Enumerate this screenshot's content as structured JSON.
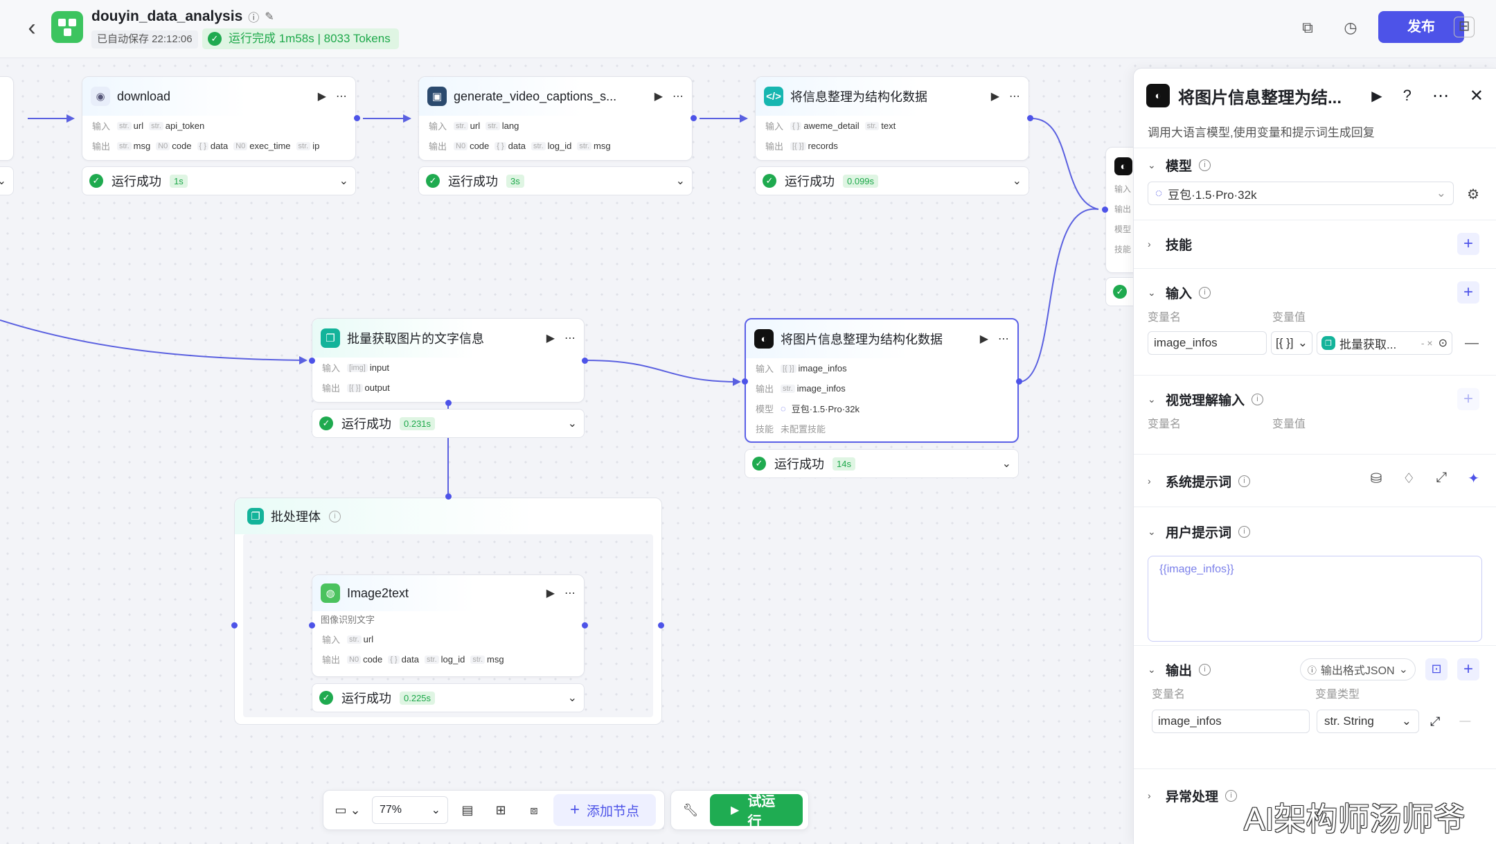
{
  "header": {
    "app_title": "douyin_data_analysis",
    "autosave": "已自动保存 22:12:06",
    "run_status": "运行完成 1m58s | 8033 Tokens",
    "publish_label": "发布"
  },
  "nodes": {
    "download": {
      "title": "download",
      "in_label": "输入",
      "out_label": "输出",
      "inputs": [
        {
          "type": "str.",
          "name": "url"
        },
        {
          "type": "str.",
          "name": "api_token"
        }
      ],
      "outputs": [
        {
          "type": "str.",
          "name": "msg"
        },
        {
          "type": "N0",
          "name": "code"
        },
        {
          "type": "{ }",
          "name": "data"
        },
        {
          "type": "N0",
          "name": "exec_time"
        },
        {
          "type": "str.",
          "name": "ip"
        }
      ],
      "status": "运行成功",
      "duration": "1s"
    },
    "captions": {
      "title": "generate_video_captions_s...",
      "in_label": "输入",
      "out_label": "输出",
      "inputs": [
        {
          "type": "str.",
          "name": "url"
        },
        {
          "type": "str.",
          "name": "lang"
        }
      ],
      "outputs": [
        {
          "type": "N0",
          "name": "code"
        },
        {
          "type": "{ }",
          "name": "data"
        },
        {
          "type": "str.",
          "name": "log_id"
        },
        {
          "type": "str.",
          "name": "msg"
        }
      ],
      "status": "运行成功",
      "duration": "3s"
    },
    "structure1": {
      "title": "将信息整理为结构化数据",
      "in_label": "输入",
      "out_label": "输出",
      "inputs": [
        {
          "type": "{ }",
          "name": "aweme_detail"
        },
        {
          "type": "str.",
          "name": "text"
        }
      ],
      "outputs": [
        {
          "type": "[{ }]",
          "name": "records"
        }
      ],
      "status": "运行成功",
      "duration": "0.099s"
    },
    "batch_fetch": {
      "title": "批量获取图片的文字信息",
      "in_label": "输入",
      "out_label": "输出",
      "inputs": [
        {
          "type": "[img]",
          "name": "input"
        }
      ],
      "outputs": [
        {
          "type": "[{ }]",
          "name": "output"
        }
      ],
      "status": "运行成功",
      "duration": "0.231s"
    },
    "structure2": {
      "title": "将图片信息整理为结构化数据",
      "in_label": "输入",
      "out_label": "输出",
      "model_label": "模型",
      "skill_label": "技能",
      "inputs": [
        {
          "type": "[{ }]",
          "name": "image_infos"
        }
      ],
      "outputs": [
        {
          "type": "str.",
          "name": "image_infos"
        }
      ],
      "model": "豆包·1.5·Pro·32k",
      "skills": "未配置技能",
      "status": "运行成功",
      "duration": "14s"
    },
    "batch": {
      "title": "批处理体"
    },
    "image2text": {
      "title": "Image2text",
      "desc": "图像识别文字",
      "in_label": "输入",
      "out_label": "输出",
      "inputs": [
        {
          "type": "str.",
          "name": "url"
        }
      ],
      "outputs": [
        {
          "type": "N0",
          "name": "code"
        },
        {
          "type": "{ }",
          "name": "data"
        },
        {
          "type": "str.",
          "name": "log_id"
        },
        {
          "type": "str.",
          "name": "msg"
        }
      ],
      "status": "运行成功",
      "duration": "0.225s"
    },
    "partial_right": {
      "rows": [
        "输入",
        "输出",
        "模型",
        "技能"
      ]
    }
  },
  "panel": {
    "title": "将图片信息整理为结...",
    "desc": "调用大语言模型,使用变量和提示词生成回复",
    "model_section": "模型",
    "model_value": "豆包·1.5·Pro·32k",
    "skills_section": "技能",
    "input_section": "输入",
    "var_name_label": "变量名",
    "var_value_label": "变量值",
    "input_var_name": "image_infos",
    "input_var_type": "[{ }]",
    "input_var_ref": "批量获取...",
    "input_var_ref_suffix": "- ×",
    "vision_section": "视觉理解输入",
    "vision_var_name_label": "变量名",
    "vision_var_value_label": "变量值",
    "system_prompt_section": "系统提示词",
    "user_prompt_section": "用户提示词",
    "user_prompt_value": "{{image_infos}}",
    "output_section": "输出",
    "output_format": "输出格式JSON",
    "output_var_name_label": "变量名",
    "output_var_type_label": "变量类型",
    "output_var_name": "image_infos",
    "output_var_type": "str. String",
    "error_section": "异常处理"
  },
  "toolbar": {
    "zoom": "77%",
    "add_node": "添加节点",
    "try_run": "试运行"
  },
  "watermark": "AI架构师汤师爷",
  "colors": {
    "accent": "#4d53e8",
    "success": "#1fac52",
    "success_bg": "#dff5e3"
  }
}
